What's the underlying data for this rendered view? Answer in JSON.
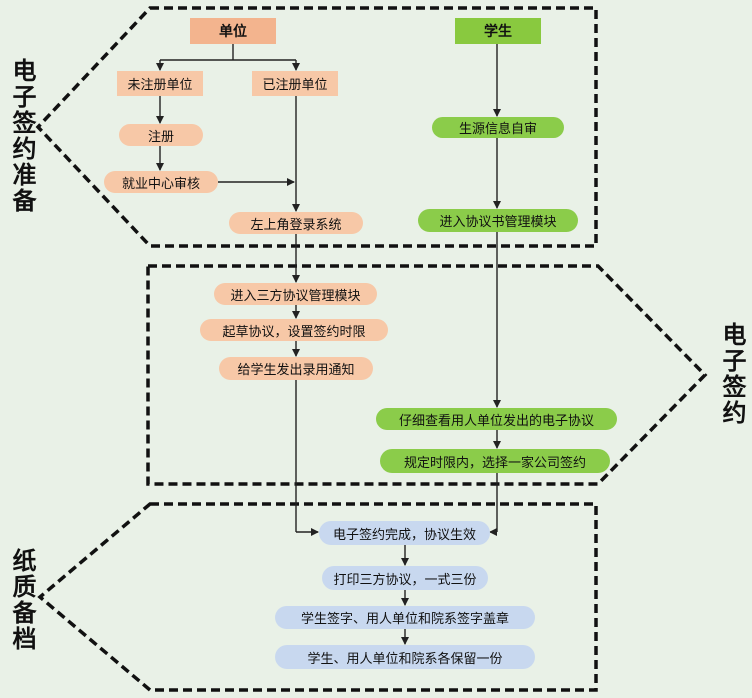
{
  "labels": {
    "prep": "电子签约准备",
    "sign": "电子签约",
    "archive": "纸质备档"
  },
  "employer": {
    "header": "单位",
    "unregistered": "未注册单位",
    "registered": "已注册单位",
    "register": "注册",
    "review": "就业中心审核",
    "login": "左上角登录系统",
    "enter_module": "进入三方协议管理模块",
    "draft": "起草协议，设置签约时限",
    "notify": "给学生发出录用通知"
  },
  "student": {
    "header": "学生",
    "self_review": "生源信息自审",
    "enter_module": "进入协议书管理模块",
    "check": "仔细查看用人单位发出的电子协议",
    "choose": "规定时限内，选择一家公司签约"
  },
  "archive": {
    "done": "电子签约完成，协议生效",
    "print": "打印三方协议，一式三份",
    "sign_seal": "学生签字、用人单位和院系签字盖章",
    "keep": "学生、用人单位和院系各保留一份"
  },
  "colors": {
    "orange": "#f7c8a7",
    "orange_head": "#f3b48e",
    "green": "#8bcc4a",
    "blue": "#c8d8ef",
    "background": "#e9f1e7"
  }
}
